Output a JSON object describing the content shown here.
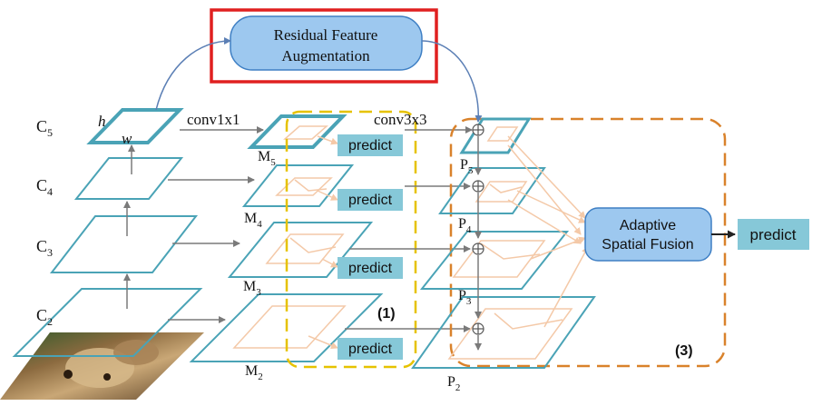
{
  "rfa": {
    "line1": "Residual Feature",
    "line2": "Augmentation"
  },
  "asf": {
    "line1": "Adaptive",
    "line2": "Spatial Fusion"
  },
  "labels": {
    "c5": "C",
    "c5_sub": "5",
    "c4": "C",
    "c4_sub": "4",
    "c3": "C",
    "c3_sub": "3",
    "c2": "C",
    "c2_sub": "2",
    "m5": "M",
    "m5_sub": "5",
    "m4": "M",
    "m4_sub": "4",
    "m3": "M",
    "m3_sub": "3",
    "m2": "M",
    "m2_sub": "2",
    "p5": "P",
    "p5_sub": "5",
    "p4": "P",
    "p4_sub": "4",
    "p3": "P",
    "p3_sub": "3",
    "p2": "P",
    "p2_sub": "2",
    "h": "h",
    "w": "w",
    "conv1x1": "conv1x1",
    "conv3x3": "conv3x3",
    "group1": "(1)",
    "group3": "(3)",
    "oplus": "⊕"
  },
  "predict": {
    "p1": "predict",
    "p2": "predict",
    "p3": "predict",
    "p4": "predict",
    "final": "predict"
  },
  "colors": {
    "plane": "#4aa3b6",
    "arrow_gray": "#7a7a7a",
    "orange_light": "#f4c9a8",
    "yellow_dash": "#e6c200",
    "orange_dash": "#d9822b",
    "red_box": "#e02020",
    "box_fill": "#9dc8ef",
    "box_stroke": "#3e7fc4",
    "predict_fill": "#86c8d8"
  }
}
